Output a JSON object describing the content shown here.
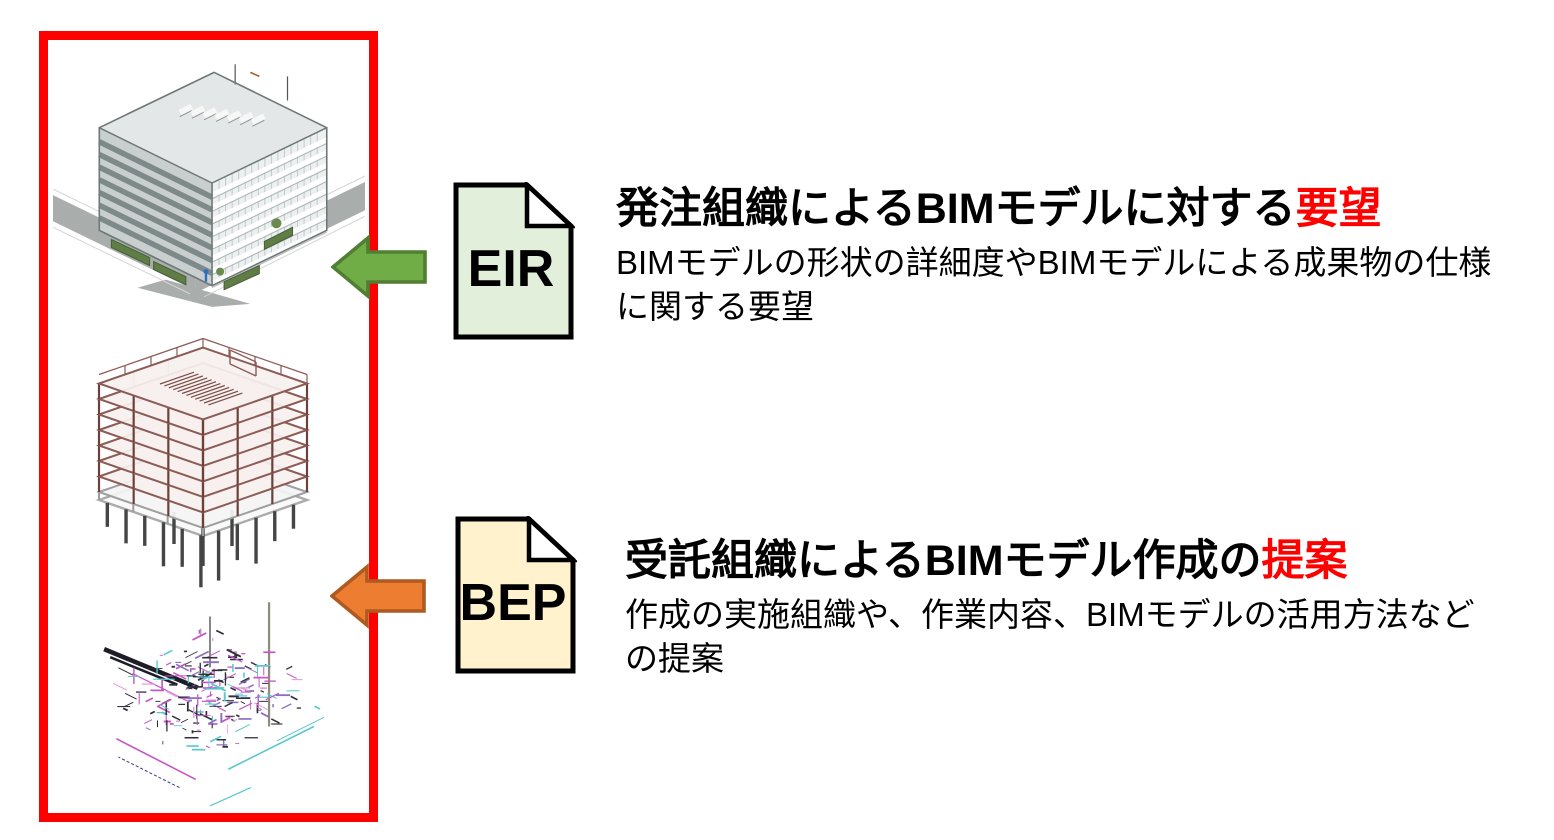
{
  "page": {
    "background_color": "#FFFFFF"
  },
  "model_panel": {
    "border_color": "#FF0000",
    "models": [
      "architectural-bim-model",
      "structural-bim-model",
      "mep-bim-model"
    ],
    "structure_color": "#8C5B56",
    "mep_palette": [
      "#2F2F3A",
      "#C659C6",
      "#58C8CE",
      "#8A6FC0",
      "#E09AD8"
    ]
  },
  "accent_red": "#FF0000",
  "items": [
    {
      "doc_label": "EIR",
      "doc_fill": "#E2EFDA",
      "doc_border": "#000000",
      "arrow_fill": "#70AD47",
      "arrow_border": "#507E32",
      "heading": {
        "black": "発注組織によるBIMモデルに対する",
        "red": "要望"
      },
      "body_lines": [
        "BIMモデルの形状の詳細度やBIMモデルによる成果物の仕様",
        "に関する要望"
      ]
    },
    {
      "doc_label": "BEP",
      "doc_fill": "#FFF2CC",
      "doc_border": "#000000",
      "arrow_fill": "#ED7D31",
      "arrow_border": "#AE5A21",
      "heading": {
        "black": "受託組織によるBIMモデル作成の",
        "red": "提案"
      },
      "body_lines": [
        "作成の実施組織や、作業内容、BIMモデルの活用方法など",
        "の提案"
      ]
    }
  ]
}
